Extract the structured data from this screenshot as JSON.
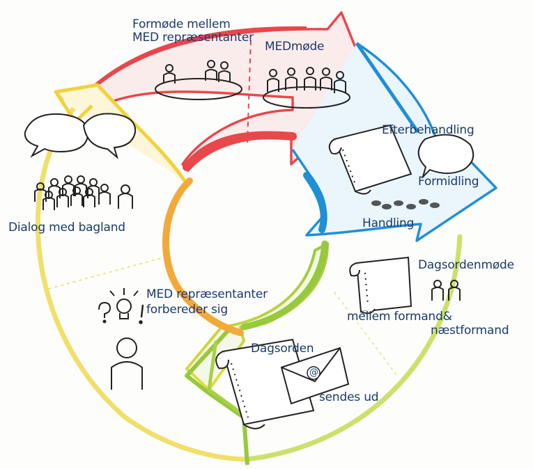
{
  "diagram": {
    "stages": {
      "premeeting": "Formøde mellem MED repræsentanter",
      "medmeeting": "MEDmøde",
      "followup": "Efterbehandling",
      "communication": "Formidling",
      "action": "Handling",
      "agenda_meeting": "Dagsordenmøde",
      "agenda_meeting_between": "mellem formand&",
      "agenda_meeting_vice": "næstformand",
      "agenda": "Dagsorden",
      "agenda_sent": "sendes ud",
      "reps_prepare_1": "MED repræsentanter",
      "reps_prepare_2": "forbereder sig",
      "dialog": "Dialog med bagland"
    },
    "icons": {
      "envelope_symbol": "@"
    },
    "colors": {
      "red": "#e8474b",
      "blue": "#1f8fd6",
      "green": "#96c93d",
      "yellow": "#f2d23a",
      "orange": "#f3a93a",
      "ink": "#1c3a6b",
      "sketch": "#222222"
    }
  }
}
